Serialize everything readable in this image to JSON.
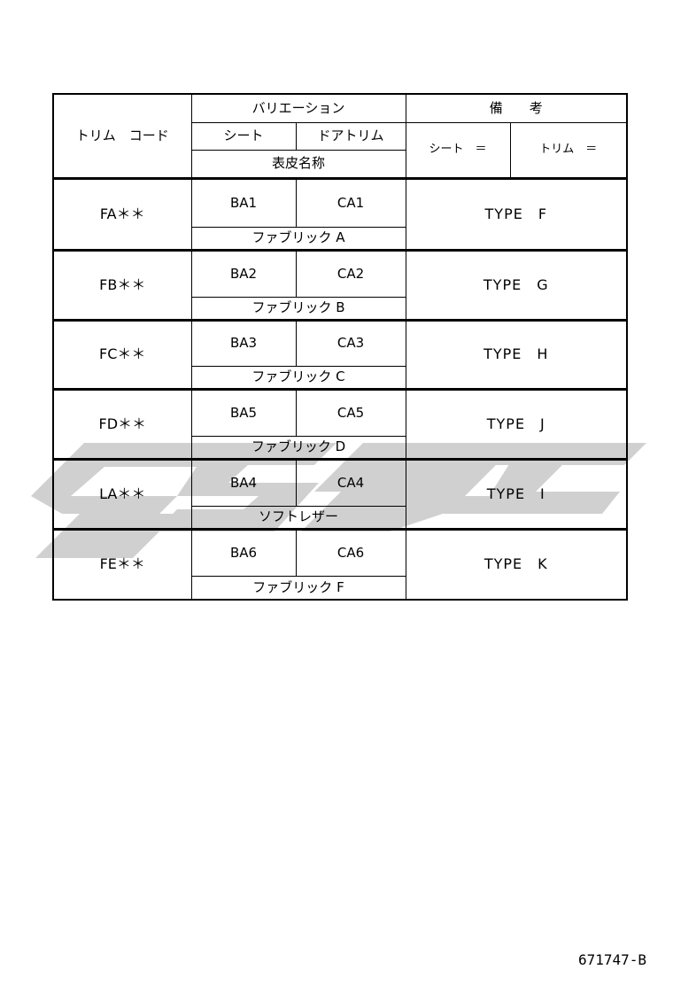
{
  "header": {
    "trim_code": "トリム　コード",
    "variation": "バリエーション",
    "remarks": "備　　考",
    "seat": "シート",
    "door_trim": "ドアトリム",
    "leather_name": "表皮名称",
    "seat_eq": "シート　＝",
    "trim_eq": "トリム　＝"
  },
  "rows": [
    {
      "code": "FA＊＊",
      "seat": "BA1",
      "door": "CA1",
      "name": "ファブリック A",
      "type": "TYPE　F"
    },
    {
      "code": "FB＊＊",
      "seat": "BA2",
      "door": "CA2",
      "name": "ファブリック B",
      "type": "TYPE　G"
    },
    {
      "code": "FC＊＊",
      "seat": "BA3",
      "door": "CA3",
      "name": "ファブリック C",
      "type": "TYPE　H"
    },
    {
      "code": "FD＊＊",
      "seat": "BA5",
      "door": "CA5",
      "name": "ファブリック D",
      "type": "TYPE　J"
    },
    {
      "code": "LA＊＊",
      "seat": "BA4",
      "door": "CA4",
      "name": "ソフトレザー",
      "type": "TYPE　I"
    },
    {
      "code": "FE＊＊",
      "seat": "BA6",
      "door": "CA6",
      "name": "ファブリック F",
      "type": "TYPE　K"
    }
  ],
  "footer": {
    "figure_id": "671747-B"
  },
  "watermark_color": "#c8c8c8"
}
